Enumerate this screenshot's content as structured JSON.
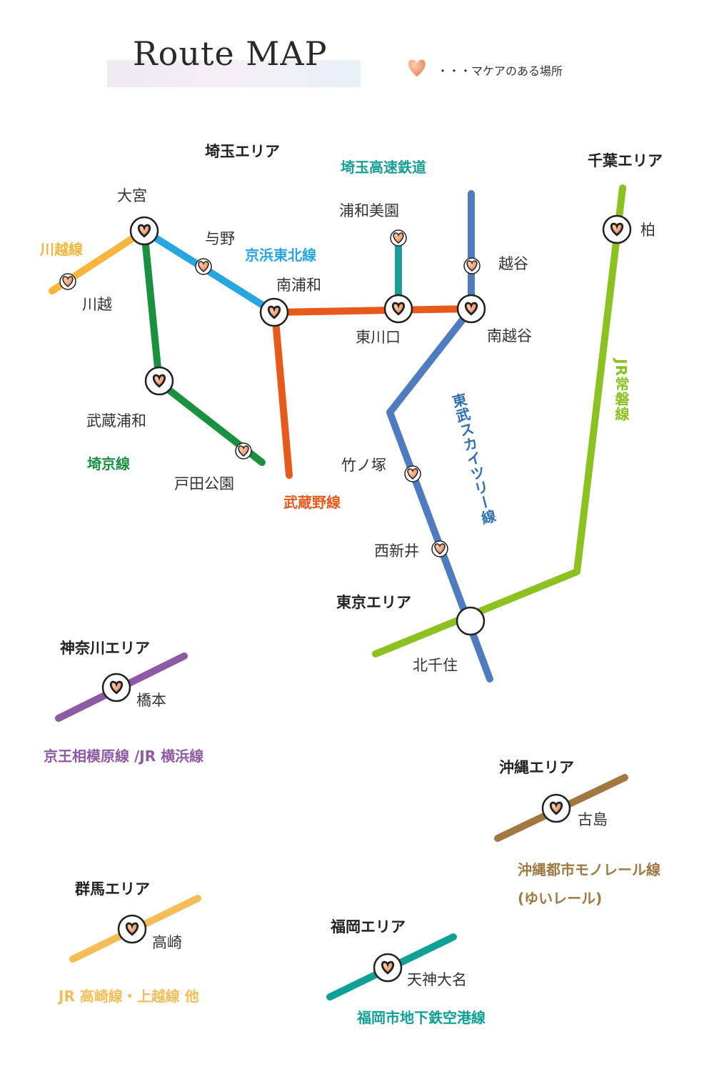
{
  "title": "Route MAP",
  "legend": {
    "icon": "heart-icon",
    "text": "・・・マケアのある場所"
  },
  "colors": {
    "kawagoe": "#f6b53b",
    "saikyo": "#19913f",
    "keihin_tohoku": "#27a6e0",
    "musashino": "#e85a1c",
    "saitama_rapid": "#1a9e98",
    "tobu_skytree": "#4f7bc1",
    "joban": "#8bc21f",
    "keio_sagamihara": "#8e5aa6",
    "yui_rail": "#a07840",
    "takasaki": "#f5bd58",
    "fukuoka_subway": "#0fa197"
  },
  "areas": {
    "saitama": "埼玉エリア",
    "chiba": "千葉エリア",
    "tokyo": "東京エリア",
    "kanagawa": "神奈川エリア",
    "okinawa": "沖縄エリア",
    "gunma": "群馬エリア",
    "fukuoka": "福岡エリア"
  },
  "lines": {
    "kawagoe": "川越線",
    "keihin_tohoku": "京浜東北線",
    "saitama_rapid": "埼玉高速鉄道",
    "saikyo": "埼京線",
    "musashino": "武蔵野線",
    "tobu_skytree": "東武スカイツリー線",
    "joban": "JR常磐線",
    "keio_yokohama": "京王相模原線 /JR 横浜線",
    "yui_rail_1": "沖縄都市モノレール線",
    "yui_rail_2": "(ゆいレール)",
    "takasaki": "JR 高崎線・上越線 他",
    "fukuoka_subway": "福岡市地下鉄空港線"
  },
  "stations": {
    "omiya": "大宮",
    "kawagoe": "川越",
    "yono": "与野",
    "minami_urawa": "南浦和",
    "urawa_misono": "浦和美園",
    "koshigaya": "越谷",
    "higashi_kawaguchi": "東川口",
    "minami_koshigaya": "南越谷",
    "kashiwa": "柏",
    "musashi_urawa": "武蔵浦和",
    "toda_koen": "戸田公園",
    "takenotsuka": "竹ノ塚",
    "nishiarai": "西新井",
    "kita_senju": "北千住",
    "hashimoto": "橋本",
    "furujima": "古島",
    "takasaki": "高崎",
    "tenjin_daimyo": "天神大名"
  }
}
